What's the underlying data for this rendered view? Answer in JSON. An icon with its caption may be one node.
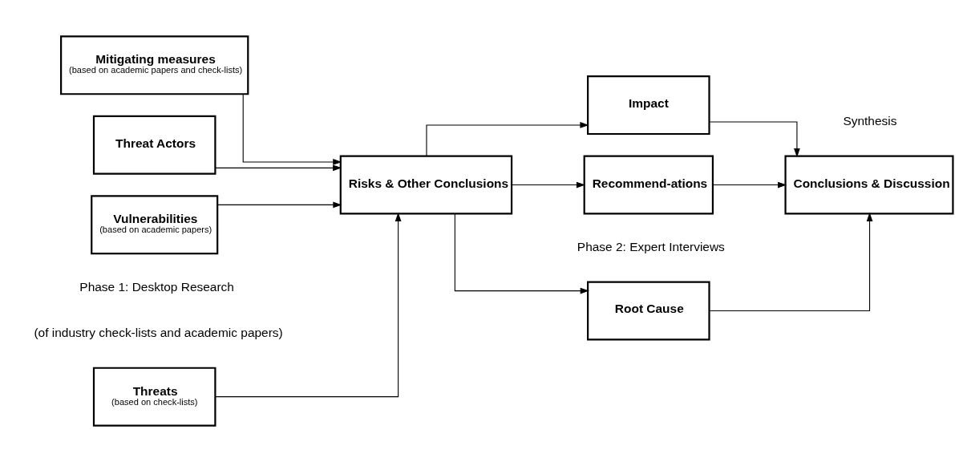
{
  "diagram": {
    "nodes": [
      {
        "text": [
          "Threats",
          "(based on check-lists)"
        ]
      },
      {
        "text": [
          "Mitigating measures",
          "(based on academic papers and check-lists)"
        ]
      },
      {
        "text": [
          "Threat Actors"
        ]
      },
      {
        "text": [
          "Vulnerabilities",
          "(based on academic papers)"
        ]
      },
      {
        "text": [
          "Risks & Other Conclusions"
        ]
      },
      {
        "text": [
          "Root Cause"
        ]
      },
      {
        "text": [
          "Impact"
        ]
      },
      {
        "text": [
          "Recommend-ations"
        ]
      },
      {
        "text": [
          "Conclusions & Discussion"
        ]
      }
    ],
    "edges": [
      {
        "from": 0,
        "to": 4,
        "arrow": "to"
      },
      {
        "from": 1,
        "to": 4,
        "arrow": "to"
      },
      {
        "from": 2,
        "to": 4,
        "arrow": "to"
      },
      {
        "from": 3,
        "to": 4,
        "arrow": "to"
      },
      {
        "from": 4,
        "to": 5,
        "arrow": "to"
      },
      {
        "from": 4,
        "to": 6,
        "arrow": "to"
      },
      {
        "from": 4,
        "to": 7,
        "arrow": "to"
      },
      {
        "from": 5,
        "to": 8,
        "arrow": "to"
      },
      {
        "from": 6,
        "to": 8,
        "arrow": "to"
      },
      {
        "from": 7,
        "to": 8,
        "arrow": "to"
      }
    ],
    "labels": [
      "Phase 1: Desktop Research",
      "(of industry check-lists and academic papers)",
      "Phase 2: Expert Interviews",
      "Synthesis"
    ]
  }
}
